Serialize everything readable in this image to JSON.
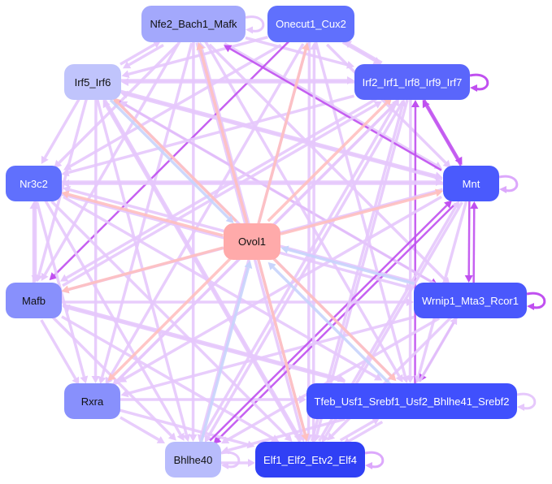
{
  "nodes": [
    {
      "id": "nfe2",
      "label": "Nfe2_Bach1_Mafk",
      "color": "#a3a8fc",
      "text": "#111111"
    },
    {
      "id": "onecut",
      "label": "Onecut1_Cux2",
      "color": "#6070fd",
      "text": "#ffffff"
    },
    {
      "id": "irf5",
      "label": "Irf5_Irf6",
      "color": "#c0c4fc",
      "text": "#111111"
    },
    {
      "id": "irf2",
      "label": "Irf2_Irf1_Irf8_Irf9_Irf7",
      "color": "#5a66fb",
      "text": "#ffffff"
    },
    {
      "id": "nr3c2",
      "label": "Nr3c2",
      "color": "#6070fd",
      "text": "#ffffff"
    },
    {
      "id": "mnt",
      "label": "Mnt",
      "color": "#4a5afd",
      "text": "#ffffff"
    },
    {
      "id": "ovol1",
      "label": "Ovol1",
      "color": "#ffaaaa",
      "text": "#111111"
    },
    {
      "id": "mafb",
      "label": "Mafb",
      "color": "#8890fc",
      "text": "#111111"
    },
    {
      "id": "wrnip1",
      "label": "Wrnip1_Mta3_Rcor1",
      "color": "#4a58fc",
      "text": "#ffffff"
    },
    {
      "id": "rxra",
      "label": "Rxra",
      "color": "#8890fc",
      "text": "#111111"
    },
    {
      "id": "tfeb",
      "label": "Tfeb_Usf1_Srebf1_Usf2_Bhlhe41_Srebf2",
      "color": "#4050fd",
      "text": "#ffffff"
    },
    {
      "id": "bhlhe40",
      "label": "Bhlhe40",
      "color": "#b8bcfc",
      "text": "#111111"
    },
    {
      "id": "elf1",
      "label": "Elf1_Elf2_Etv2_Elf4",
      "color": "#3040f5",
      "text": "#ffffff"
    }
  ],
  "edge_colors": {
    "default": "#e6c8fc",
    "strong": "#c050f0",
    "ovol_out": "#ffc0c0",
    "ovol_in": "#c8d4fc"
  },
  "self_loops": [
    {
      "node": "nfe2",
      "color": "#e6c8fc"
    },
    {
      "node": "irf2",
      "color": "#c050f0"
    },
    {
      "node": "mnt",
      "color": "#dca8fc"
    },
    {
      "node": "wrnip1",
      "color": "#c050f0"
    },
    {
      "node": "tfeb",
      "color": "#e6c8fc"
    },
    {
      "node": "elf1",
      "color": "#dca8fc"
    },
    {
      "node": "bhlhe40",
      "color": "#e6c8fc"
    }
  ],
  "edges": [
    [
      "nfe2",
      "irf5",
      "default"
    ],
    [
      "irf5",
      "nfe2",
      "default"
    ],
    [
      "nfe2",
      "irf2",
      "default"
    ],
    [
      "nfe2",
      "mnt",
      "default"
    ],
    [
      "nfe2",
      "mafb",
      "default"
    ],
    [
      "nfe2",
      "rxra",
      "default"
    ],
    [
      "nfe2",
      "tfeb",
      "default"
    ],
    [
      "nfe2",
      "bhlhe40",
      "default"
    ],
    [
      "nfe2",
      "elf1",
      "default"
    ],
    [
      "nfe2",
      "wrnip1",
      "default"
    ],
    [
      "nfe2",
      "nr3c2",
      "default"
    ],
    [
      "onecut",
      "irf5",
      "default"
    ],
    [
      "onecut",
      "irf2",
      "default"
    ],
    [
      "irf2",
      "onecut",
      "default"
    ],
    [
      "onecut",
      "mafb",
      "strong"
    ],
    [
      "onecut",
      "rxra",
      "default"
    ],
    [
      "onecut",
      "bhlhe40",
      "default"
    ],
    [
      "onecut",
      "tfeb",
      "default"
    ],
    [
      "onecut",
      "elf1",
      "default"
    ],
    [
      "onecut",
      "mnt",
      "default"
    ],
    [
      "onecut",
      "nr3c2",
      "default"
    ],
    [
      "irf5",
      "irf2",
      "default"
    ],
    [
      "irf2",
      "irf5",
      "default"
    ],
    [
      "irf5",
      "mnt",
      "default"
    ],
    [
      "irf5",
      "wrnip1",
      "strong"
    ],
    [
      "irf5",
      "tfeb",
      "default"
    ],
    [
      "irf5",
      "elf1",
      "default"
    ],
    [
      "irf5",
      "bhlhe40",
      "default"
    ],
    [
      "irf5",
      "mafb",
      "default"
    ],
    [
      "irf5",
      "nr3c2",
      "default"
    ],
    [
      "irf5",
      "rxra",
      "default"
    ],
    [
      "irf2",
      "mnt",
      "strong"
    ],
    [
      "mnt",
      "irf2",
      "strong"
    ],
    [
      "irf2",
      "nr3c2",
      "default"
    ],
    [
      "irf2",
      "mafb",
      "default"
    ],
    [
      "irf2",
      "rxra",
      "default"
    ],
    [
      "irf2",
      "bhlhe40",
      "default"
    ],
    [
      "irf2",
      "elf1",
      "default"
    ],
    [
      "irf2",
      "tfeb",
      "default"
    ],
    [
      "tfeb",
      "irf2",
      "strong"
    ],
    [
      "mnt",
      "nfe2",
      "strong"
    ],
    [
      "nr3c2",
      "mnt",
      "default"
    ],
    [
      "mnt",
      "nr3c2",
      "default"
    ],
    [
      "mnt",
      "mafb",
      "default"
    ],
    [
      "mnt",
      "rxra",
      "default"
    ],
    [
      "mnt",
      "bhlhe40",
      "strong"
    ],
    [
      "mnt",
      "elf1",
      "default"
    ],
    [
      "mnt",
      "tfeb",
      "default"
    ],
    [
      "mnt",
      "wrnip1",
      "strong"
    ],
    [
      "wrnip1",
      "mnt",
      "strong"
    ],
    [
      "mnt",
      "irf5",
      "default"
    ],
    [
      "nr3c2",
      "mafb",
      "default"
    ],
    [
      "mafb",
      "nr3c2",
      "default"
    ],
    [
      "nr3c2",
      "rxra",
      "default"
    ],
    [
      "nr3c2",
      "wrnip1",
      "default"
    ],
    [
      "nr3c2",
      "tfeb",
      "default"
    ],
    [
      "nr3c2",
      "bhlhe40",
      "default"
    ],
    [
      "nr3c2",
      "elf1",
      "default"
    ],
    [
      "mafb",
      "wrnip1",
      "default"
    ],
    [
      "mafb",
      "rxra",
      "default"
    ],
    [
      "mafb",
      "tfeb",
      "default"
    ],
    [
      "mafb",
      "bhlhe40",
      "default"
    ],
    [
      "mafb",
      "elf1",
      "default"
    ],
    [
      "mafb",
      "irf2",
      "default"
    ],
    [
      "wrnip1",
      "tfeb",
      "strong"
    ],
    [
      "tfeb",
      "wrnip1",
      "default"
    ],
    [
      "wrnip1",
      "rxra",
      "default"
    ],
    [
      "wrnip1",
      "bhlhe40",
      "default"
    ],
    [
      "wrnip1",
      "elf1",
      "default"
    ],
    [
      "wrnip1",
      "nr3c2",
      "default"
    ],
    [
      "wrnip1",
      "irf5",
      "default"
    ],
    [
      "rxra",
      "tfeb",
      "default"
    ],
    [
      "rxra",
      "bhlhe40",
      "default"
    ],
    [
      "rxra",
      "elf1",
      "default"
    ],
    [
      "rxra",
      "irf2",
      "default"
    ],
    [
      "tfeb",
      "elf1",
      "default"
    ],
    [
      "elf1",
      "tfeb",
      "default"
    ],
    [
      "tfeb",
      "bhlhe40",
      "default"
    ],
    [
      "tfeb",
      "mafb",
      "default"
    ],
    [
      "bhlhe40",
      "elf1",
      "default"
    ],
    [
      "bhlhe40",
      "irf2",
      "default"
    ],
    [
      "bhlhe40",
      "mnt",
      "strong"
    ],
    [
      "elf1",
      "irf5",
      "default"
    ],
    [
      "elf1",
      "nfe2",
      "default"
    ],
    [
      "elf1",
      "onecut",
      "default"
    ],
    [
      "elf1",
      "irf2",
      "default"
    ],
    [
      "elf1",
      "mnt",
      "default"
    ],
    [
      "ovol1",
      "nfe2",
      "ovol_out"
    ],
    [
      "ovol1",
      "onecut",
      "ovol_out"
    ],
    [
      "ovol1",
      "irf5",
      "ovol_out"
    ],
    [
      "ovol1",
      "irf2",
      "ovol_out"
    ],
    [
      "ovol1",
      "nr3c2",
      "ovol_out"
    ],
    [
      "ovol1",
      "mnt",
      "ovol_out"
    ],
    [
      "ovol1",
      "mafb",
      "ovol_out"
    ],
    [
      "ovol1",
      "rxra",
      "ovol_out"
    ],
    [
      "ovol1",
      "tfeb",
      "ovol_out"
    ],
    [
      "ovol1",
      "elf1",
      "ovol_out"
    ],
    [
      "irf5",
      "ovol1",
      "ovol_in"
    ],
    [
      "wrnip1",
      "ovol1",
      "ovol_in"
    ],
    [
      "bhlhe40",
      "ovol1",
      "ovol_in"
    ],
    [
      "tfeb",
      "ovol1",
      "ovol_in"
    ]
  ]
}
